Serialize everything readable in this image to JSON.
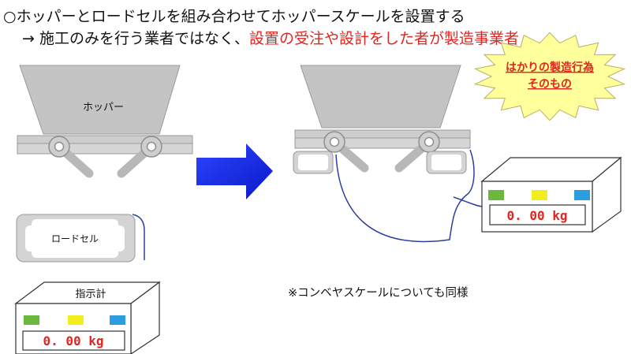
{
  "heading": {
    "line1": "○ホッパーとロードセルを組み合わせてホッパースケールを設置する",
    "line2_prefix": "→ 施工のみを行う業者ではなく、",
    "line2_highlight": "設置の受注や設計をした者が製造事業者"
  },
  "labels": {
    "hopper": "ホッパー",
    "load_cell": "ロードセル",
    "indicator": "指示計",
    "conveyor_note": "※コンベヤスケールについても同様"
  },
  "burst": {
    "line1": "はかりの製造行為",
    "line2": "そのもの"
  },
  "indicator": {
    "reading": "0. 00 kg",
    "button_colors": [
      "#6ab83c",
      "#f2ee1e",
      "#2a9ee0"
    ]
  },
  "colors": {
    "highlight_red": "#e0261f",
    "arrow_blue": "#1326e6",
    "burst_fill": "#ffff9c",
    "cable": "#2b3f9e"
  }
}
